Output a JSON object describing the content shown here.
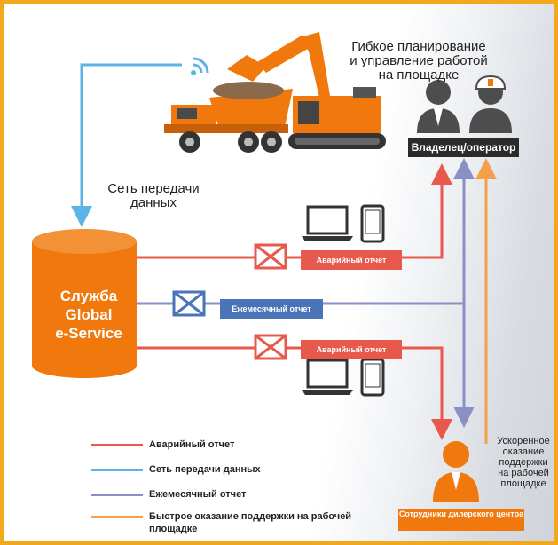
{
  "diagram": {
    "title": "Гибкое планирование\nи управление работой\nна площадке",
    "owner_label": "Владелец/оператор",
    "network_label": "Сеть передачи\nданных",
    "service_label": "Служба\nGlobal\ne-Service",
    "report_emergency_1": "Аварийный отчет",
    "report_monthly": "Ежемесячный отчет",
    "report_emergency_2": "Аварийный отчет",
    "dealer_label": "Сотрудники дилерского центра",
    "fast_support_label": "Ускоренное\nоказание\nподдержки\nна рабочей\nплощадке"
  },
  "legend": {
    "items": [
      {
        "label": "Аварийный отчет",
        "color": "#e8594d"
      },
      {
        "label": "Сеть передачи данных",
        "color": "#5bb4e5"
      },
      {
        "label": "Ежемесячный отчет",
        "color": "#8b90c4"
      },
      {
        "label": "Быстрое оказание поддержки на рабочей площадке",
        "color": "#f4a04b"
      }
    ]
  },
  "colors": {
    "border": "#f2a81d",
    "orange": "#f0780c",
    "emergency": "#e8594d",
    "monthly_line": "#8b90c4",
    "monthly_tag": "#4b73b8",
    "network": "#5bb4e5",
    "fast_support": "#f4a04b",
    "owner_tag": "#2b2b2b"
  },
  "icons": [
    "wifi-icon",
    "dump-truck-icon",
    "excavator-icon",
    "owner-person-icon",
    "operator-helmet-icon",
    "laptop-icon",
    "phone-icon",
    "envelope-icon",
    "dealer-person-icon",
    "database-cylinder-icon"
  ]
}
